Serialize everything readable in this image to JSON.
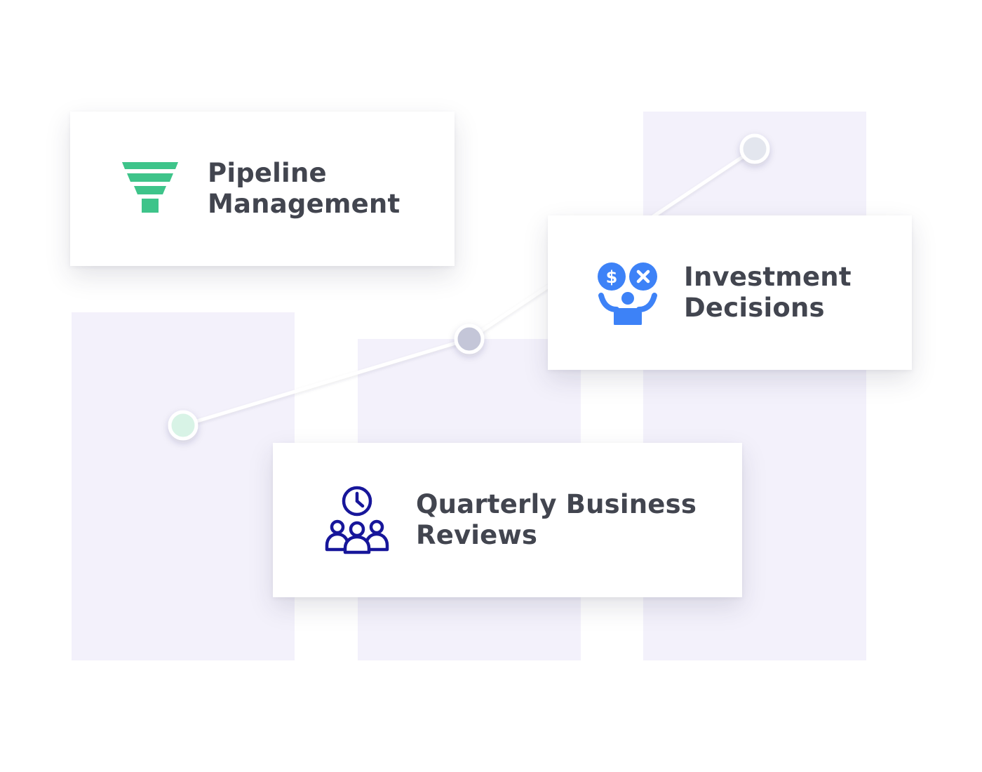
{
  "bars": [
    {
      "id": "bar-1",
      "value": 496
    },
    {
      "id": "bar-2",
      "value": 458
    },
    {
      "id": "bar-3",
      "value": 782
    }
  ],
  "trend_points": [
    {
      "value": 335,
      "color": "#d8f3e6"
    },
    {
      "value": 458,
      "color": "#c4c6d8"
    },
    {
      "value": 729,
      "color": "#e3e6ee"
    }
  ],
  "cards": {
    "pipeline": {
      "title_line1": "Pipeline",
      "title_line2": "Management",
      "icon": "funnel-icon",
      "icon_color": "#3ec48a"
    },
    "investment": {
      "title_line1": "Investment",
      "title_line2": "Decisions",
      "icon": "investment-decision-icon",
      "icon_color": "#3d82f7"
    },
    "qbr": {
      "title_line1": "Quarterly Business",
      "title_line2": "Reviews",
      "icon": "team-meeting-clock-icon",
      "icon_color": "#17169a"
    }
  },
  "colors": {
    "bar_fill": "#f3f1fb",
    "line": "#ffffff",
    "text": "#42454f"
  }
}
